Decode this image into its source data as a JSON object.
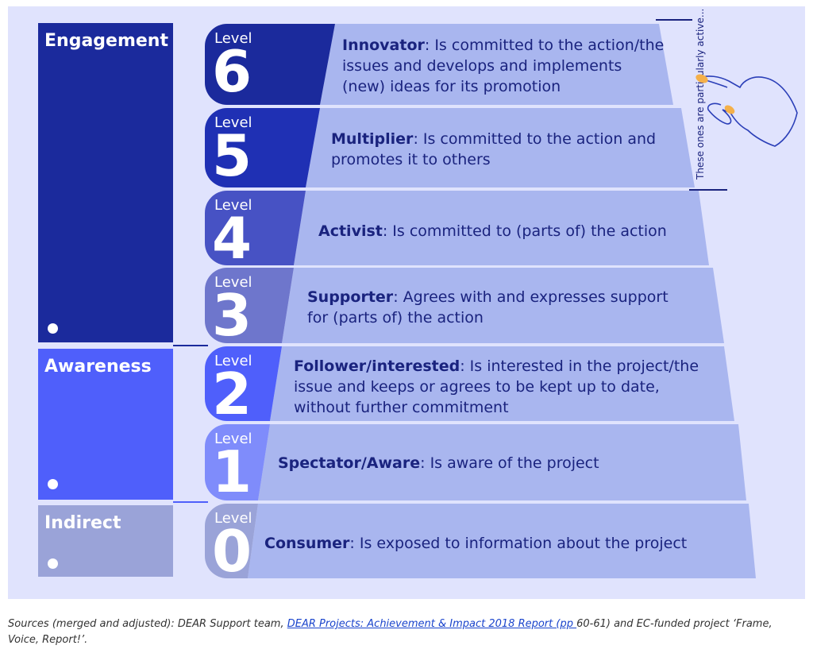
{
  "categories": [
    {
      "label": "Engagement",
      "color": "#1b2a9c"
    },
    {
      "label": "Awareness",
      "color": "#4f5ffb"
    },
    {
      "label": "Indirect",
      "color": "#9aa3d8"
    }
  ],
  "levels": [
    {
      "level_word": "Level",
      "number": "6",
      "title": "Innovator",
      "text": ": Is committed to the action/the issues and develops and implements (new) ideas for its promotion",
      "color": "#1b2a9c"
    },
    {
      "level_word": "Level",
      "number": "5",
      "title": "Multiplier",
      "text": ": Is committed to the action and promotes it to others",
      "color": "#1f30b4"
    },
    {
      "level_word": "Level",
      "number": "4",
      "title": "Activist",
      "text": ": Is committed to (parts of) the action",
      "color": "#4752c4"
    },
    {
      "level_word": "Level",
      "number": "3",
      "title": "Supporter",
      "text": ": Agrees with and expresses support for (parts of) the action",
      "color": "#6e76cc"
    },
    {
      "level_word": "Level",
      "number": "2",
      "title": "Follower/interested",
      "text": ": Is interested in the project/the issue and keeps or agrees to be kept up to date, without further commitment",
      "color": "#4f5ffb"
    },
    {
      "level_word": "Level",
      "number": "1",
      "title": "Spectator/Aware",
      "text": ": Is aware of the project",
      "color": "#7f8cfb"
    },
    {
      "level_word": "Level",
      "number": "0",
      "title": "Consumer",
      "text": ": Is exposed to information about the project",
      "color": "#9aa3d8"
    }
  ],
  "side_note": "These ones are particularly active...",
  "caption": {
    "prefix": "Sources (merged and adjusted): DEAR Support team, ",
    "link": "DEAR Projects: Achievement & Impact 2018 Report (pp ",
    "suffix": "60-61) and EC-funded project ‘Frame, Voice, Report!’."
  },
  "colors": {
    "panel_bg": "#e0e3fd",
    "pyramid": "#a9b6ef",
    "text_dark": "#1a237e"
  }
}
